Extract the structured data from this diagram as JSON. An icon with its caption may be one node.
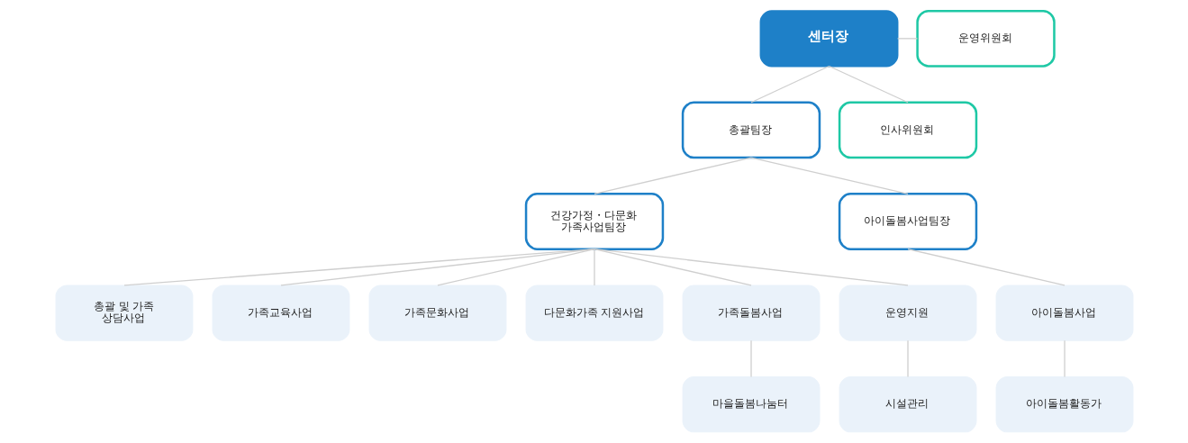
{
  "diagram": {
    "nodes": [
      {
        "text": [
          "센터장"
        ]
      },
      {
        "text": [
          "운영위원회"
        ]
      },
      {
        "text": [
          "총괄팀장"
        ]
      },
      {
        "text": [
          "인사위원회"
        ]
      },
      {
        "text": [
          "건강가정・다문화 가족사업팀장"
        ]
      },
      {
        "text": [
          "아이돌봄사업팀장"
        ]
      },
      {
        "text": [
          "총괄 및 가족 상담사업"
        ]
      },
      {
        "text": [
          "가족교육사업"
        ]
      },
      {
        "text": [
          "가족문화사업"
        ]
      },
      {
        "text": [
          "다문화가족 지원사업"
        ]
      },
      {
        "text": [
          "가족돌봄사업"
        ]
      },
      {
        "text": [
          "운영지원"
        ]
      },
      {
        "text": [
          "아이돌봄사업"
        ]
      },
      {
        "text": [
          "마을돌봄나눔터"
        ]
      },
      {
        "text": [
          "시설관리"
        ]
      },
      {
        "text": [
          "아이돌봄활동가"
        ]
      }
    ],
    "edges": [
      {
        "from": 0,
        "to": 2,
        "arrow": "none"
      },
      {
        "from": 0,
        "to": 1,
        "arrow": "none"
      },
      {
        "from": 0,
        "to": 3,
        "arrow": "none"
      },
      {
        "from": 2,
        "to": 4,
        "arrow": "none"
      },
      {
        "from": 2,
        "to": 5,
        "arrow": "none"
      },
      {
        "from": 4,
        "to": 6,
        "arrow": "none"
      },
      {
        "from": 4,
        "to": 7,
        "arrow": "none"
      },
      {
        "from": 4,
        "to": 8,
        "arrow": "none"
      },
      {
        "from": 4,
        "to": 9,
        "arrow": "none"
      },
      {
        "from": 4,
        "to": 10,
        "arrow": "none"
      },
      {
        "from": 4,
        "to": 11,
        "arrow": "none"
      },
      {
        "from": 5,
        "to": 12,
        "arrow": "none"
      },
      {
        "from": 10,
        "to": 13,
        "arrow": "none"
      },
      {
        "from": 11,
        "to": 14,
        "arrow": "none"
      },
      {
        "from": 12,
        "to": 15,
        "arrow": "none"
      }
    ]
  }
}
